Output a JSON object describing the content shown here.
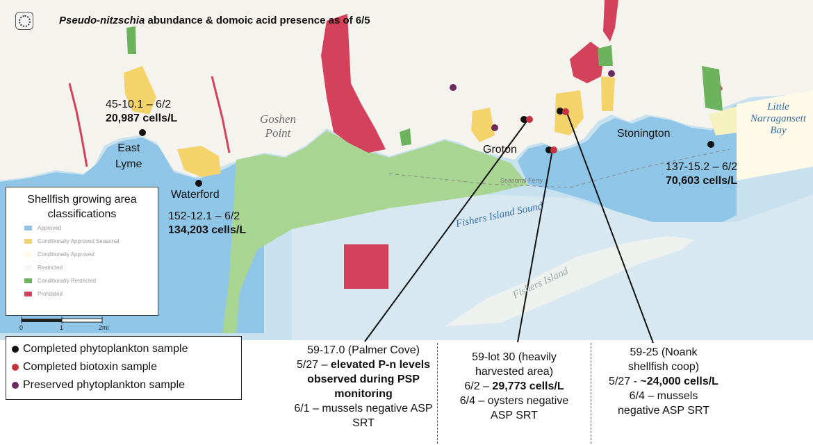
{
  "title_italic": "Pseudo-nitzschia",
  "title_rest": " abundance & domoic acid presence as of 6/5",
  "places": {
    "east_lyme": "East\nLyme",
    "waterford": "Waterford",
    "groton": "Groton",
    "stonington": "Stonington",
    "goshen_point": "Goshen\nPoint",
    "fishers_island_sound": "Fishers Island Sound",
    "fishers_island": "Fishers Island",
    "little_narragansett_bay": "Little\nNarragansett\nBay",
    "seasonal_ferry": "Seasonal Ferry"
  },
  "sites": {
    "east_lyme": {
      "id": "45-10.1 – 6/2",
      "count": "20,987 cells/L"
    },
    "waterford": {
      "id": "152-12.1 – 6/2",
      "count": "134,203 cells/L"
    },
    "stonington": {
      "id": "137-15.2 – 6/2",
      "count": "70,603 cells/L"
    }
  },
  "classification": {
    "title": "Shellfish growing area classifications",
    "items": [
      {
        "label": "Approved",
        "color": "#8fc6e8"
      },
      {
        "label": "Conditionally Approved Seasonal",
        "color": "#f3d36a"
      },
      {
        "label": "Conditionally Approved",
        "color": "#fdfbe7"
      },
      {
        "label": "Restricted",
        "color": "#f6f6f6"
      },
      {
        "label": "Conditionally Restricted",
        "color": "#6db35d"
      },
      {
        "label": "Prohibited",
        "color": "#d4415a"
      }
    ]
  },
  "scale": {
    "zero": "0",
    "one": "1",
    "two": "2mi"
  },
  "legend": [
    {
      "label": "Completed phytoplankton sample",
      "color": "#111111"
    },
    {
      "label": "Completed biotoxin sample",
      "color": "#c8323f"
    },
    {
      "label": "Preserved phytoplankton sample",
      "color": "#6a2a5e"
    }
  ],
  "callouts": {
    "palmer": {
      "l1": "59-17.0 (Palmer Cove)",
      "l2a": "5/27 – ",
      "l2b": "elevated P-n levels",
      "l3": "observed during PSP",
      "l4": "monitoring",
      "l5": "6/1 – mussels negative ASP",
      "l6": "SRT"
    },
    "lot30": {
      "l1": "59-lot 30 (heavily",
      "l2": "harvested area)",
      "l3a": "6/2 – ",
      "l3b": "29,773 cells/L",
      "l4": "6/4 – oysters negative",
      "l5": "ASP SRT"
    },
    "noank": {
      "l1": "59-25 (Noank",
      "l2": "shellfish coop)",
      "l3a": "5/27 - ",
      "l3b": "~24,000 cells/L",
      "l4": "6/4 – mussels",
      "l5": "negative ASP SRT"
    }
  },
  "colors": {
    "approved": "#8fc6e8",
    "seasonal": "#f3d36a",
    "restricted_green": "#a9d592",
    "cond_restricted": "#6db35d",
    "prohibited": "#d4415a",
    "land": "#f4f3ee",
    "sea": "#c5e0ef"
  }
}
